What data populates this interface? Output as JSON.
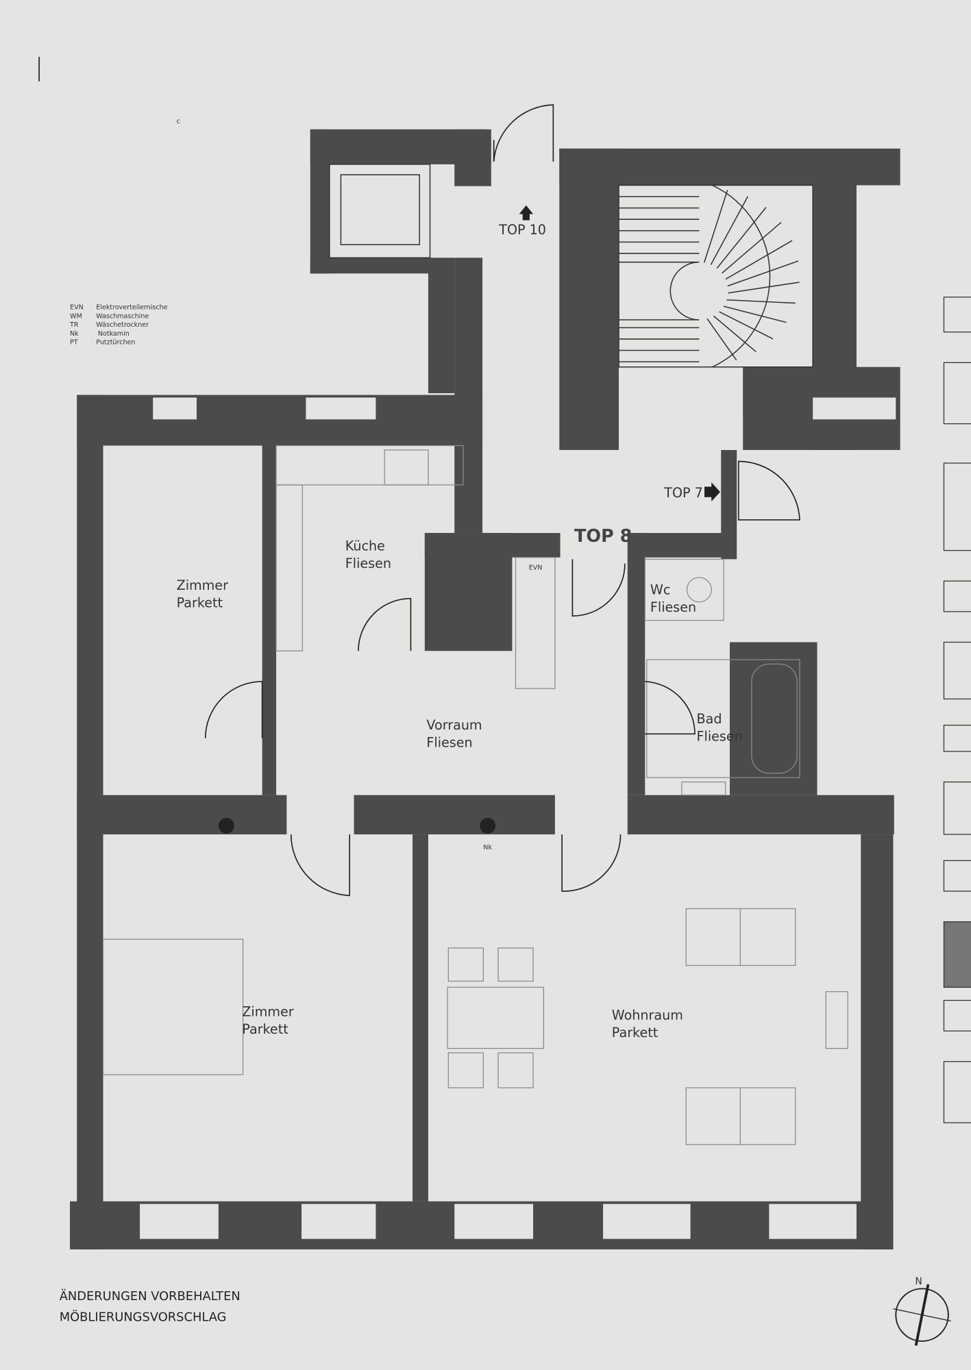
{
  "legend": [
    {
      "abbr": "EVN",
      "text": "Elektroverteilernische"
    },
    {
      "abbr": "WM",
      "text": "Waschmaschine"
    },
    {
      "abbr": "TR",
      "text": "Wäschetrockner"
    },
    {
      "abbr": "Nk",
      "text": "Notkamin"
    },
    {
      "abbr": "PT",
      "text": "Putztürchen"
    }
  ],
  "markers": {
    "top10": "TOP 10",
    "top7": "TOP 7",
    "top8": "TOP 8",
    "evn": "EVN",
    "nk": "Nk",
    "c": "c"
  },
  "rooms": {
    "kueche": {
      "name": "Küche",
      "floor": "Fliesen"
    },
    "zimmer1": {
      "name": "Zimmer",
      "floor": "Parkett"
    },
    "vorraum": {
      "name": "Vorraum",
      "floor": "Fliesen"
    },
    "wc": {
      "name": "Wc",
      "floor": "Fliesen"
    },
    "bad": {
      "name": "Bad",
      "floor": "Fliesen"
    },
    "zimmer2": {
      "name": "Zimmer",
      "floor": "Parkett"
    },
    "wohnraum": {
      "name": "Wohnraum",
      "floor": "Parkett"
    }
  },
  "footer": {
    "line1": "ÄNDERUNGEN VORBEHALTEN",
    "line2": "MÖBLIERUNGSVORSCHLAG"
  },
  "compass": {
    "label": "N"
  }
}
